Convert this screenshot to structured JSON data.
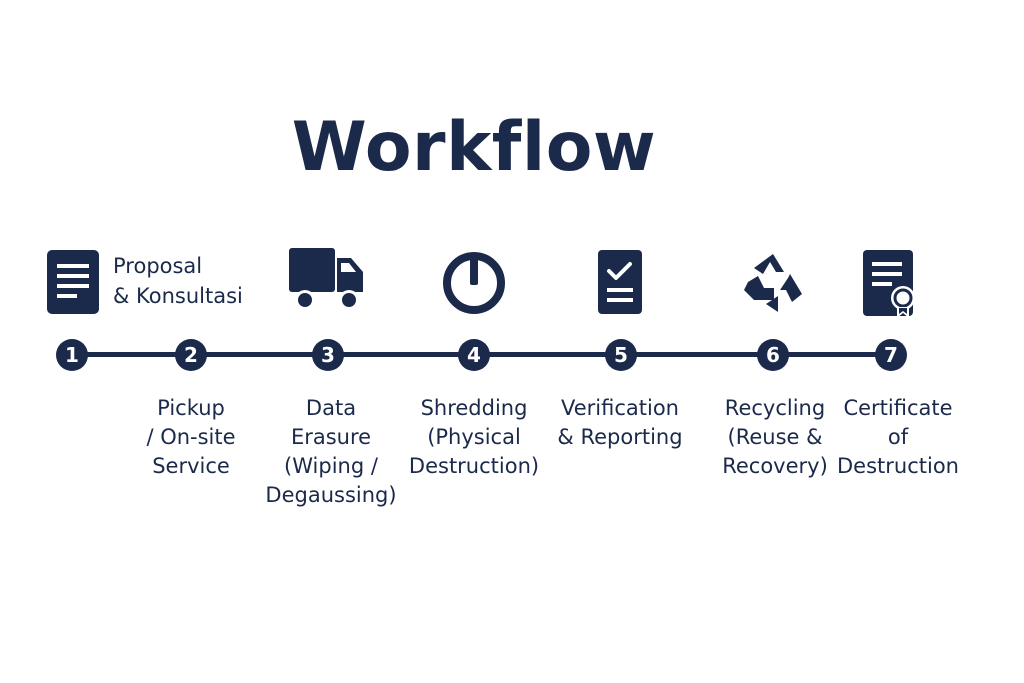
{
  "title": "Workflow",
  "colors": {
    "primary": "#1b2a4a",
    "background": "#ffffff"
  },
  "steps": [
    {
      "number": "1",
      "label": "Proposal\n& Konsultasi",
      "icon": "document-icon"
    },
    {
      "number": "2",
      "label": "Pickup\n/ On-site\nService",
      "icon": "truck-icon"
    },
    {
      "number": "3",
      "label": "Data\nErasure\n(Wiping /\nDegaussing)",
      "icon": ""
    },
    {
      "number": "4",
      "label": "Shredding\n(Physical\nDestruction)",
      "icon": "power-icon"
    },
    {
      "number": "5",
      "label": "Verification\n& Reporting",
      "icon": "checklist-icon"
    },
    {
      "number": "6",
      "label": "Recycling\n(Reuse &\nRecovery)",
      "icon": "recycle-icon"
    },
    {
      "number": "7",
      "label": "Certificate\nof\nDestruction",
      "icon": "certificate-icon"
    }
  ]
}
